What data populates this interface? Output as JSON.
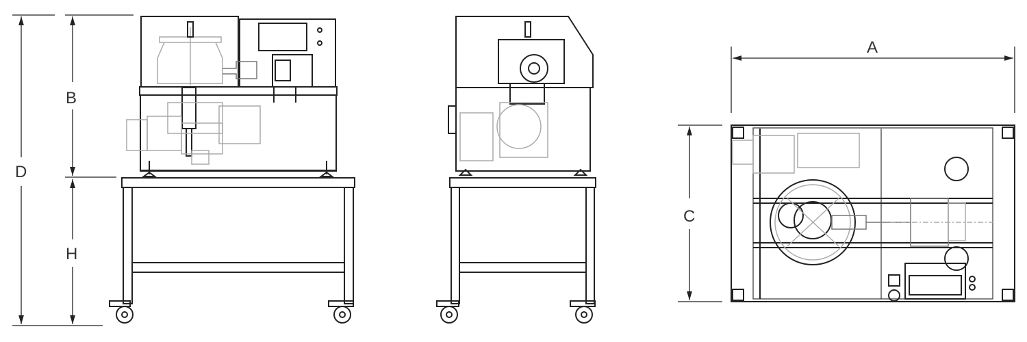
{
  "dimensions": {
    "a": "A",
    "b": "B",
    "c": "C",
    "d": "D",
    "h": "H"
  },
  "colors": {
    "line": "#222222",
    "ghost": "#aaaaaa"
  }
}
